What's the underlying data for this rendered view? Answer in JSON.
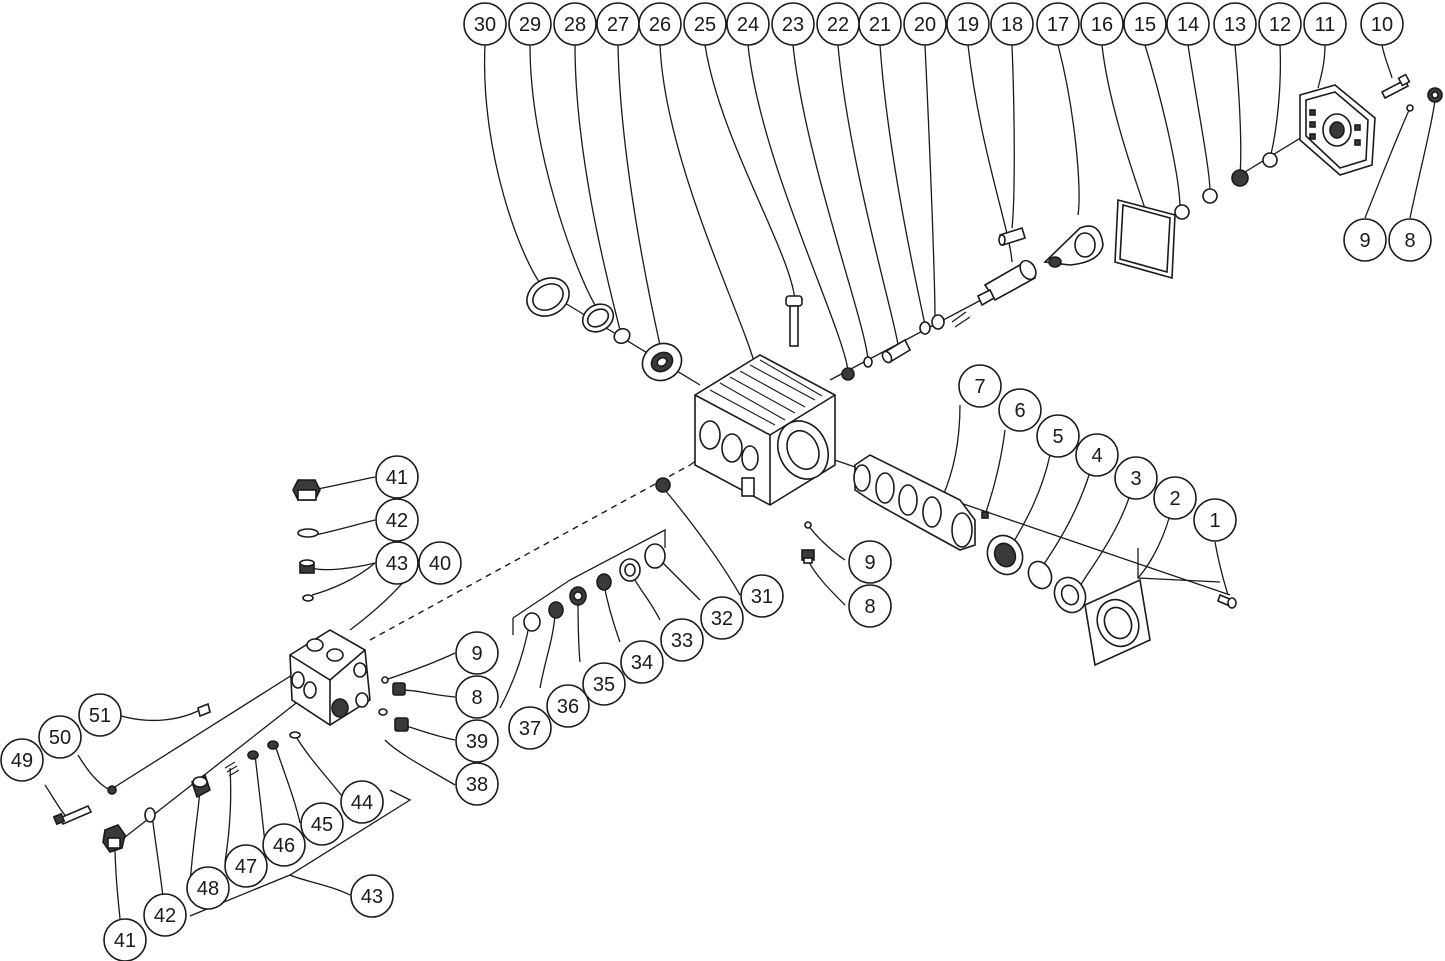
{
  "diagram": {
    "callouts": [
      {
        "label": "30"
      },
      {
        "label": "29"
      },
      {
        "label": "28"
      },
      {
        "label": "27"
      },
      {
        "label": "26"
      },
      {
        "label": "25"
      },
      {
        "label": "24"
      },
      {
        "label": "23"
      },
      {
        "label": "22"
      },
      {
        "label": "21"
      },
      {
        "label": "20"
      },
      {
        "label": "19"
      },
      {
        "label": "18"
      },
      {
        "label": "17"
      },
      {
        "label": "16"
      },
      {
        "label": "15"
      },
      {
        "label": "14"
      },
      {
        "label": "13"
      },
      {
        "label": "12"
      },
      {
        "label": "11"
      },
      {
        "label": "10"
      },
      {
        "label": "9"
      },
      {
        "label": "8"
      },
      {
        "label": "7"
      },
      {
        "label": "6"
      },
      {
        "label": "5"
      },
      {
        "label": "4"
      },
      {
        "label": "3"
      },
      {
        "label": "2"
      },
      {
        "label": "1"
      },
      {
        "label": "9"
      },
      {
        "label": "8"
      },
      {
        "label": "41"
      },
      {
        "label": "42"
      },
      {
        "label": "43"
      },
      {
        "label": "40"
      },
      {
        "label": "31"
      },
      {
        "label": "32"
      },
      {
        "label": "33"
      },
      {
        "label": "34"
      },
      {
        "label": "35"
      },
      {
        "label": "36"
      },
      {
        "label": "37"
      },
      {
        "label": "9"
      },
      {
        "label": "8"
      },
      {
        "label": "39"
      },
      {
        "label": "38"
      },
      {
        "label": "51"
      },
      {
        "label": "50"
      },
      {
        "label": "49"
      },
      {
        "label": "44"
      },
      {
        "label": "45"
      },
      {
        "label": "46"
      },
      {
        "label": "47"
      },
      {
        "label": "48"
      },
      {
        "label": "43"
      },
      {
        "label": "42"
      },
      {
        "label": "41"
      }
    ]
  }
}
